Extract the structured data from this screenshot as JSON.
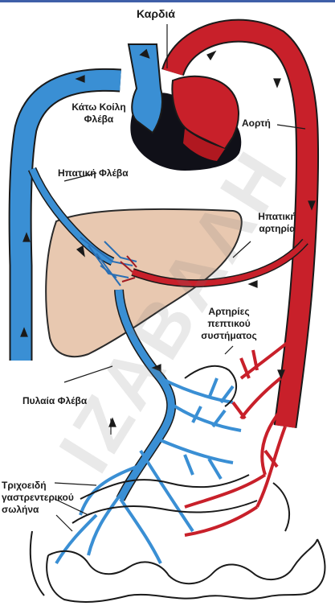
{
  "labels": {
    "heart": "Καρδιά",
    "inferior_vena_cava_line1": "Κάτω Κοίλη",
    "inferior_vena_cava_line2": "Φλέβα",
    "aorta": "Αορτή",
    "hepatic_vein": "Ηπατική Φλέβα",
    "hepatic_artery_line1": "Ηπατική",
    "hepatic_artery_line2": "αρτηρία",
    "digestive_arteries_line1": "Αρτηρίες",
    "digestive_arteries_line2": "πεπτικού",
    "digestive_arteries_line3": "συστήματος",
    "portal_vein": "Πυλαία Φλέβα",
    "capillaries_line1": "Τριχοειδή",
    "capillaries_line2": "γαστρεντερικού",
    "capillaries_line3": "σωλήνα"
  },
  "watermark": "ΙΖΑΒΑΛΗ",
  "colors": {
    "vein_blue": "#3a8fd4",
    "artery_red": "#c8202a",
    "liver": "#e8c8b0",
    "heart_dark": "#101018",
    "outline": "#1a1a1a",
    "title_bar": "#3f5fa8"
  }
}
